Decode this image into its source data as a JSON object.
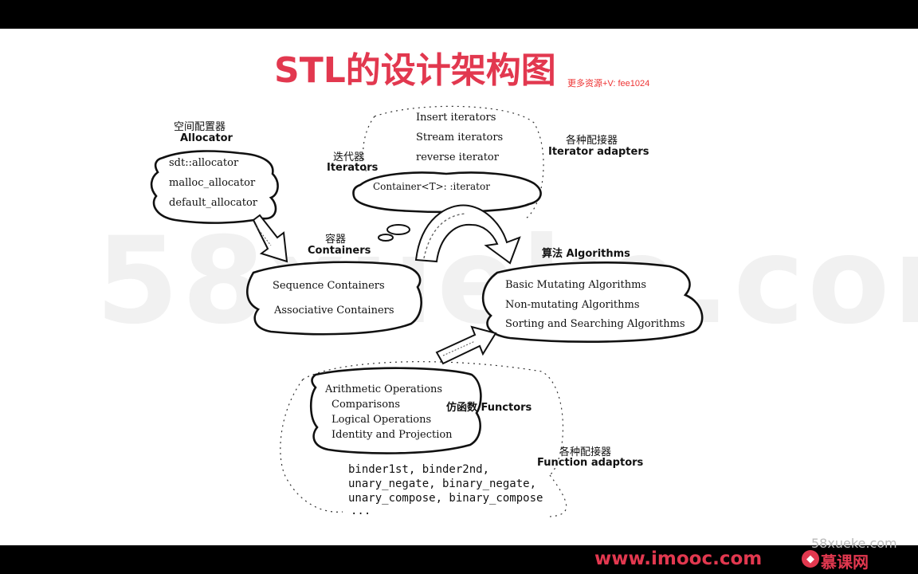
{
  "slide": {
    "title": "STL的设计架构图",
    "resource_note": "更多资源+V: fee1024",
    "background_watermark": "58xueke.com"
  },
  "diagram": {
    "allocator": {
      "cn": "空间配置器",
      "en": "Allocator",
      "items": [
        "sdt::allocator",
        "malloc_allocator",
        "default_allocator"
      ]
    },
    "iterators": {
      "cn": "迭代器",
      "en": "Iterators",
      "center": "Container<T>: :iterator",
      "items": [
        "Insert iterators",
        "Stream iterators",
        "reverse  iterator"
      ]
    },
    "iterator_adapters": {
      "cn": "各种配接器",
      "en": "Iterator adapters"
    },
    "containers": {
      "cn": "容器",
      "en": "Containers",
      "items": [
        "Sequence Containers",
        "Associative Containers"
      ]
    },
    "algorithms": {
      "label": "算法  Algorithms",
      "items": [
        "Basic Mutating Algorithms",
        "Non-mutating Algorithms",
        "Sorting and Searching Algorithms"
      ]
    },
    "functors": {
      "label": "仿函数 Functors",
      "items": [
        "Arithmetic Operations",
        "Comparisons",
        "Logical Operations",
        "Identity and Projection"
      ]
    },
    "function_adaptors": {
      "cn": "各种配接器",
      "en": "Function adaptors",
      "items": [
        "binder1st, binder2nd,",
        "unary_negate, binary_negate,",
        "unary_compose, binary_compose",
        "..."
      ]
    }
  },
  "footer": {
    "site": "www.imooc.com",
    "brand": "慕课网",
    "corner_watermark": "58xueke.com"
  },
  "colors": {
    "accent": "#e2384f",
    "ink": "#111111",
    "bar": "#000000"
  }
}
